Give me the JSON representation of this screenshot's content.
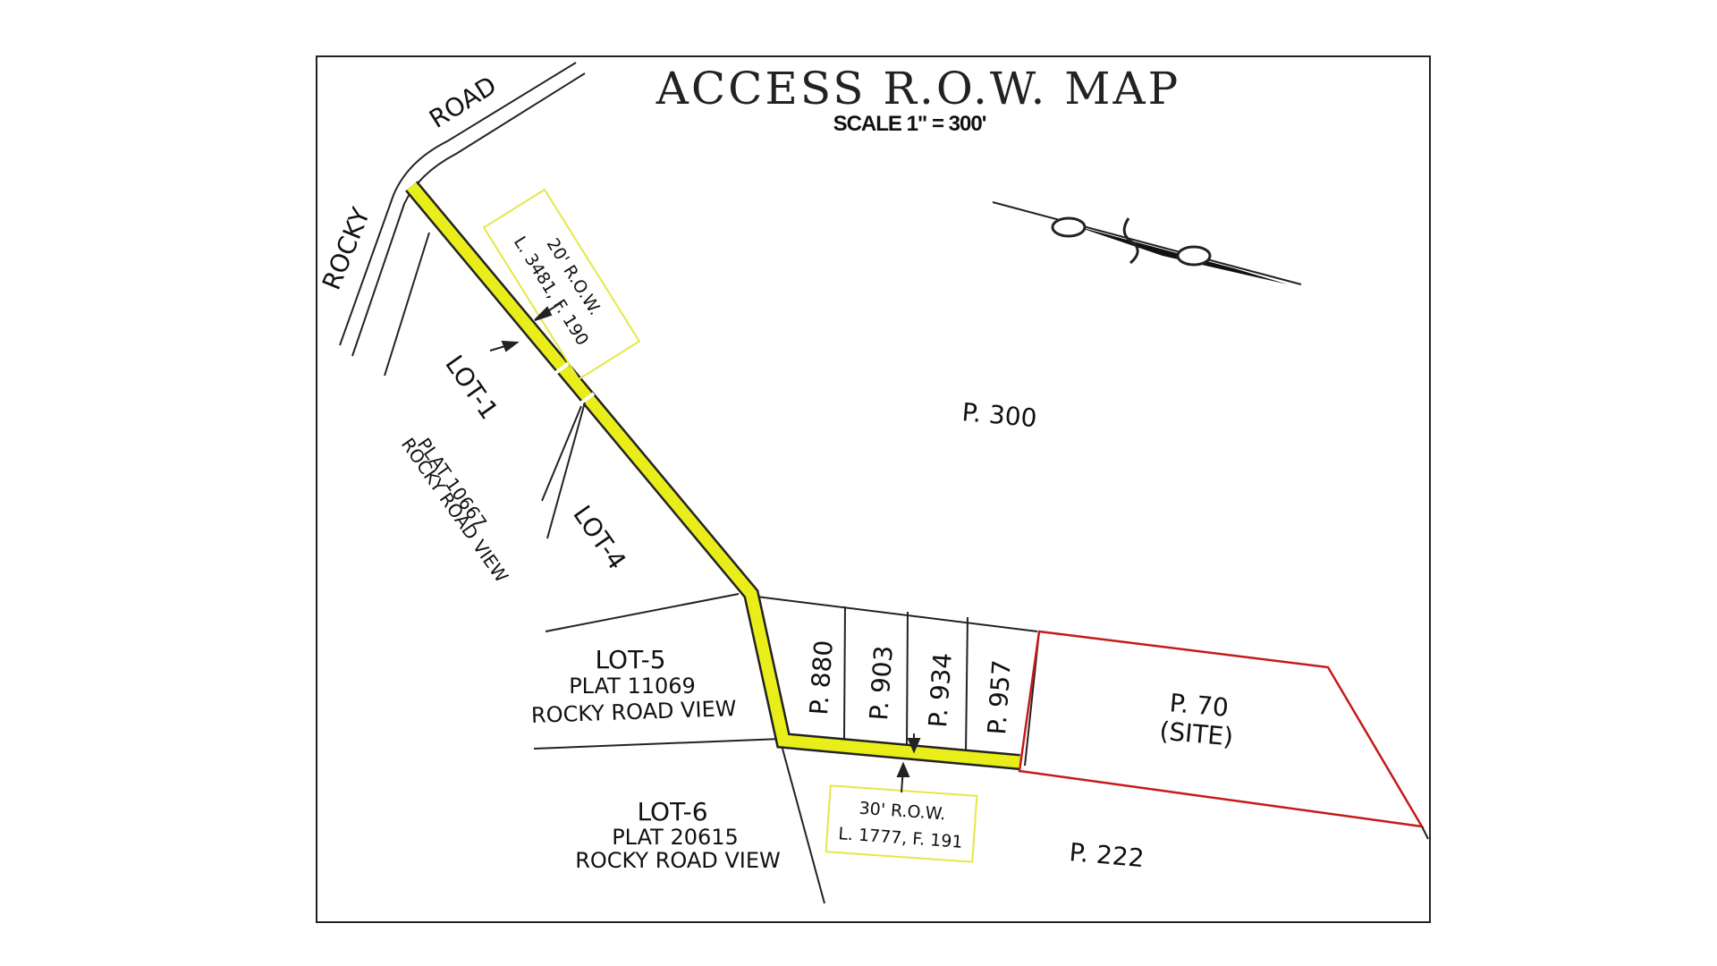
{
  "title": "ACCESS R.O.W. MAP",
  "scale": "SCALE 1\" = 300'",
  "road": {
    "word1": "ROCKY",
    "word2": "ROAD"
  },
  "lots": {
    "lot1": "LOT-1",
    "lot4": "LOT-4",
    "lot1_plat": "PLAT 10667",
    "lot1_sub": "ROCKY ROAD VIEW",
    "lot5": "LOT-5",
    "lot5_plat": "PLAT 11069",
    "lot5_sub": "ROCKY ROAD VIEW",
    "lot6": "LOT-6",
    "lot6_plat": "PLAT 20615",
    "lot6_sub": "ROCKY ROAD VIEW"
  },
  "parcels": {
    "p300": "P. 300",
    "p880": "P. 880",
    "p903": "P. 903",
    "p934": "P. 934",
    "p957": "P. 957",
    "p70": "P. 70",
    "site": "(SITE)",
    "p222": "P. 222"
  },
  "row_callouts": {
    "row20_line1": "20' R.O.W.",
    "row20_line2": "L. 3481, F. 190",
    "row30_line1": "30' R.O.W.",
    "row30_line2": "L. 1777, F. 191"
  },
  "colors": {
    "row_highlight": "#e9ee1a",
    "site_boundary": "#c41a1a",
    "linework": "#222222",
    "callout_border": "#e4e845"
  },
  "icons": {
    "north_arrow": "north-arrow-icon"
  }
}
